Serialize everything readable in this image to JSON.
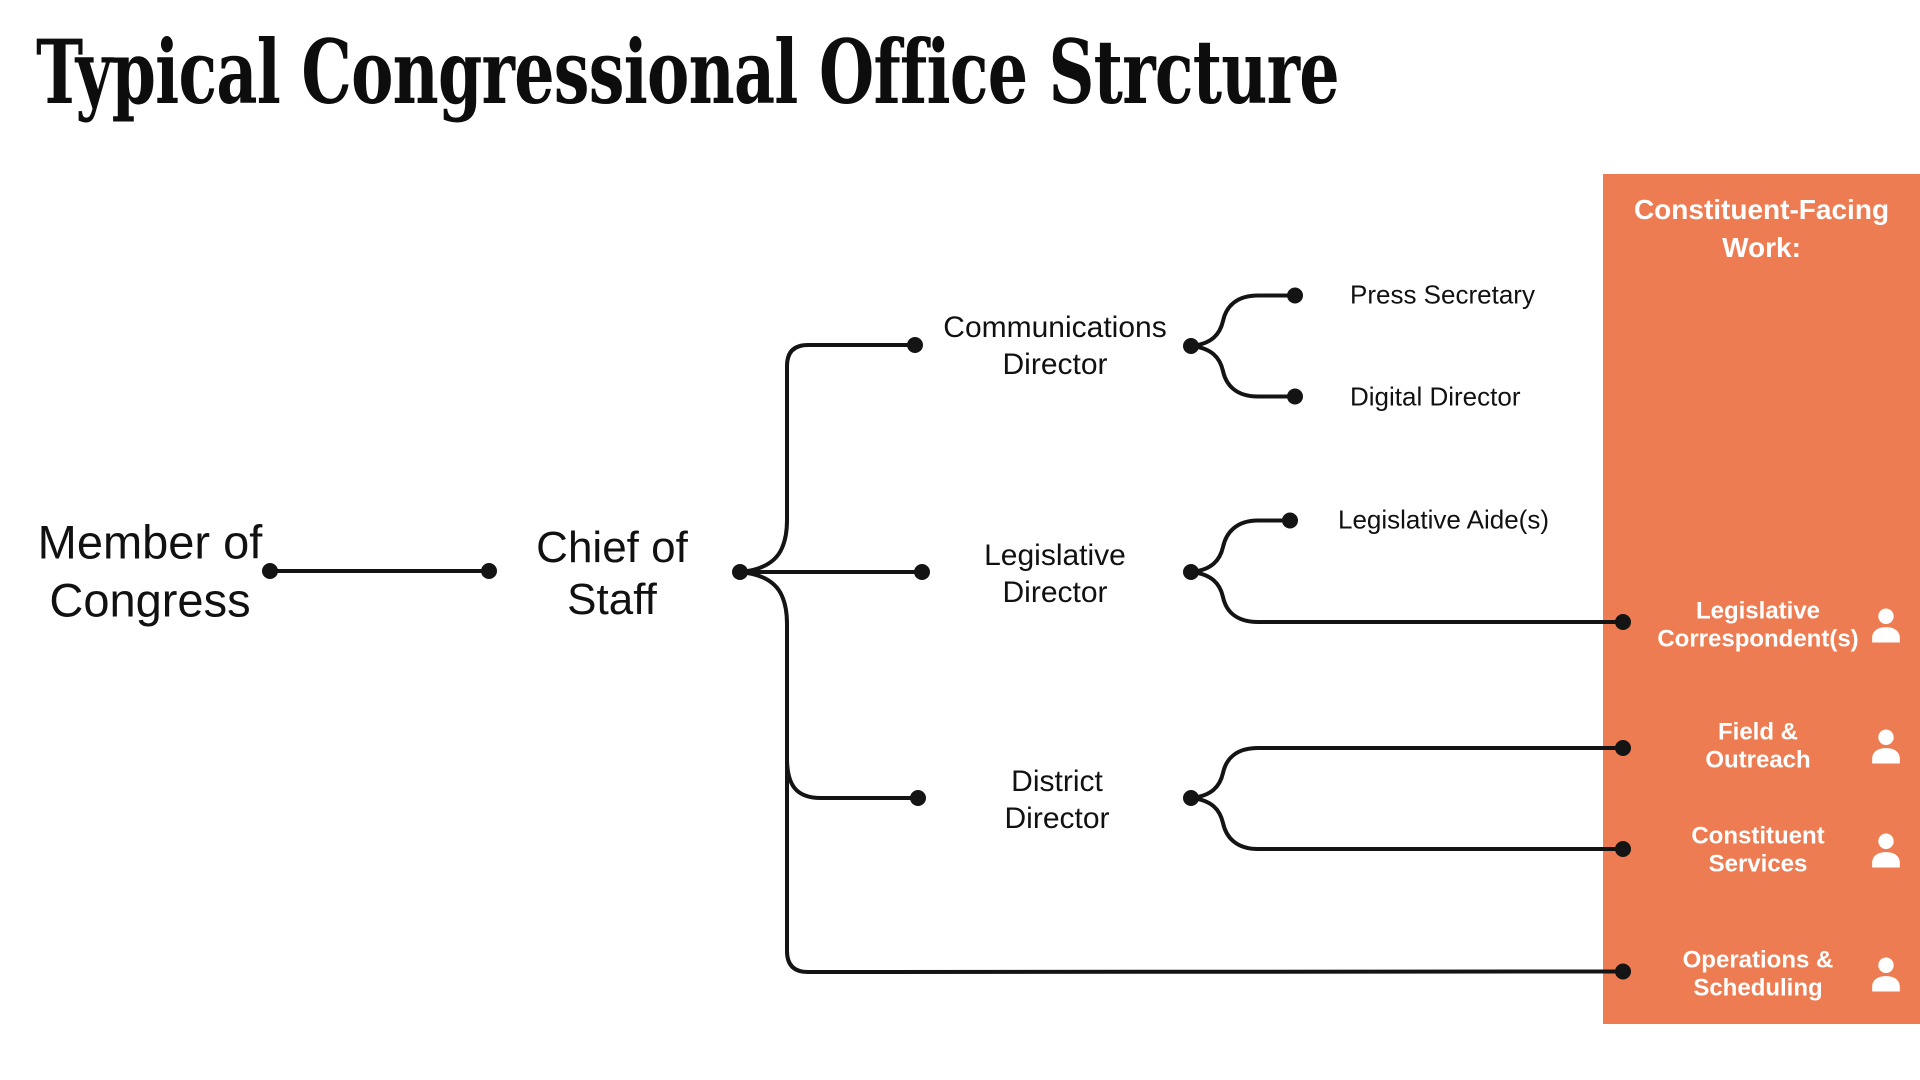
{
  "title": "Typical Congressional Office Strcture",
  "colors": {
    "panel_orange": "#EE7C52",
    "line_black": "#141414",
    "text_black": "#111111",
    "panel_text_white": "#FFFFFF"
  },
  "org": {
    "member_of_congress": "Member of\nCongress",
    "chief_of_staff": "Chief of\nStaff",
    "communications_director": "Communications\nDirector",
    "legislative_director": "Legislative\nDirector",
    "district_director": "District\nDirector",
    "press_secretary": "Press Secretary",
    "digital_director": "Digital Director",
    "legislative_aides": "Legislative Aide(s)"
  },
  "panel": {
    "header": "Constituent-Facing\nWork:",
    "items": [
      {
        "label": "Legislative\nCorrespondent(s)",
        "icon": "person-icon"
      },
      {
        "label": "Field &\nOutreach",
        "icon": "person-icon"
      },
      {
        "label": "Constituent\nServices",
        "icon": "person-icon"
      },
      {
        "label": "Operations &\nScheduling",
        "icon": "person-icon"
      }
    ]
  }
}
